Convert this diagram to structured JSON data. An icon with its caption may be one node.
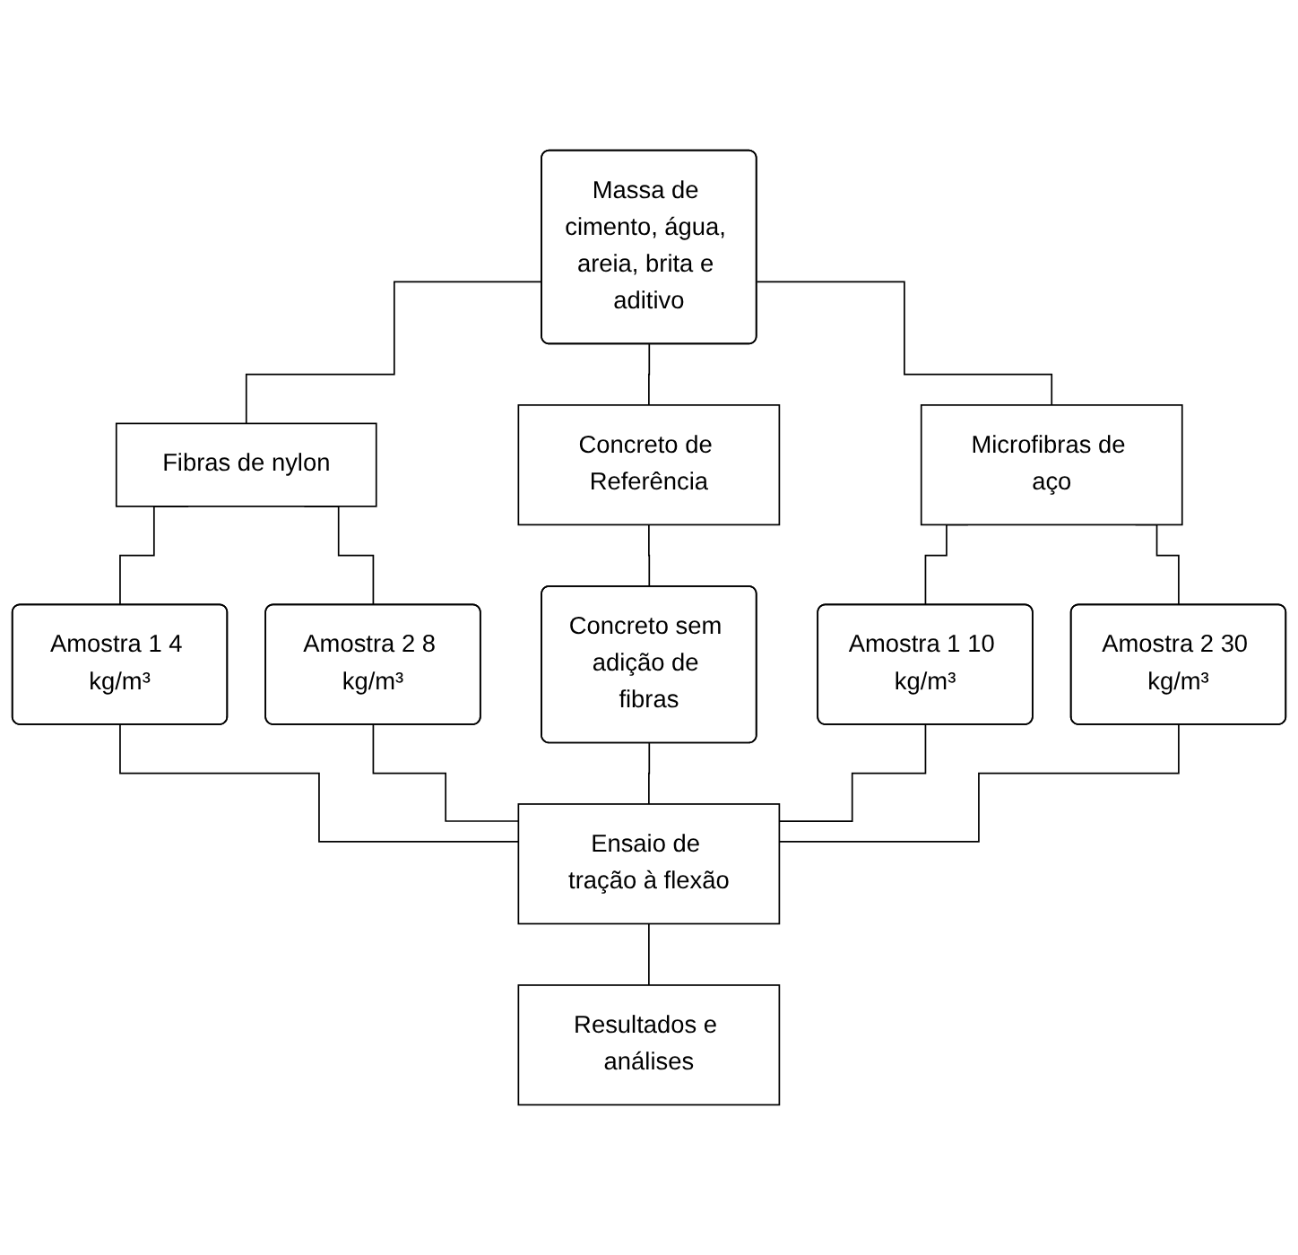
{
  "diagram": {
    "nodes": [
      {
        "text": [
          "Massa de cimento, água, areia, brita e aditivo"
        ]
      },
      {
        "text": [
          "Fibras de nylon"
        ]
      },
      {
        "text": [
          "Concreto de Referência"
        ]
      },
      {
        "text": [
          "Microfibras de aço"
        ]
      },
      {
        "text": [
          "Amostra 1 4 kg/m³"
        ]
      },
      {
        "text": [
          "Amostra 2 8 kg/m³"
        ]
      },
      {
        "text": [
          "Concreto sem adição de fibras"
        ]
      },
      {
        "text": [
          "Amostra 1 10 kg/m³"
        ]
      },
      {
        "text": [
          "Amostra 2 30 kg/m³"
        ]
      },
      {
        "text": [
          "Ensaio de tração à flexão"
        ]
      },
      {
        "text": [
          "Resultados e análises"
        ]
      }
    ],
    "edges": [
      {
        "from": 0,
        "to": 1,
        "arrow": "none"
      },
      {
        "from": 0,
        "to": 2,
        "arrow": "none"
      },
      {
        "from": 0,
        "to": 3,
        "arrow": "none"
      },
      {
        "from": 1,
        "to": 4,
        "arrow": "none"
      },
      {
        "from": 1,
        "to": 5,
        "arrow": "none"
      },
      {
        "from": 2,
        "to": 6,
        "arrow": "none"
      },
      {
        "from": 3,
        "to": 7,
        "arrow": "none"
      },
      {
        "from": 3,
        "to": 8,
        "arrow": "none"
      },
      {
        "from": 4,
        "to": 9,
        "arrow": "none"
      },
      {
        "from": 5,
        "to": 9,
        "arrow": "none"
      },
      {
        "from": 6,
        "to": 9,
        "arrow": "none"
      },
      {
        "from": 7,
        "to": 9,
        "arrow": "none"
      },
      {
        "from": 8,
        "to": 9,
        "arrow": "none"
      },
      {
        "from": 9,
        "to": 10,
        "arrow": "none"
      }
    ]
  }
}
